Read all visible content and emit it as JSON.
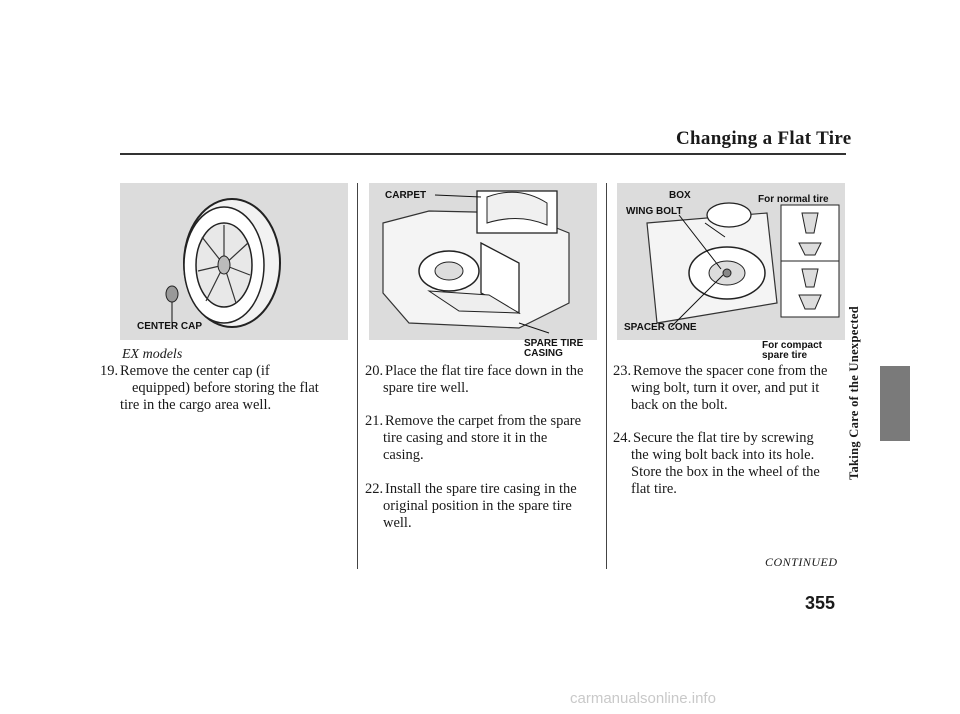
{
  "header": {
    "title": "Changing a Flat Tire"
  },
  "side_tab": {
    "label": "Taking Care of the Unexpected"
  },
  "figures": {
    "left": {
      "center_cap": "CENTER CAP"
    },
    "middle": {
      "carpet": "CARPET",
      "spare_tire_casing_1": "SPARE TIRE",
      "spare_tire_casing_2": "CASING"
    },
    "right": {
      "box": "BOX",
      "wing_bolt": "WING BOLT",
      "for_normal_tire": "For normal tire",
      "spacer_cone": "SPACER CONE",
      "for_compact_1": "For compact",
      "for_compact_2": "spare tire"
    }
  },
  "col1": {
    "ex_models": "EX models",
    "steps": [
      {
        "num": "19.",
        "lines": [
          "Remove the center cap (if",
          "equipped) before storing the flat",
          "tire in the cargo area well."
        ]
      }
    ]
  },
  "col2": {
    "steps": [
      {
        "num": "20.",
        "lines": [
          "Place the flat tire face down in the",
          "spare tire well."
        ]
      },
      {
        "num": "21.",
        "lines": [
          "Remove the carpet from the spare",
          "tire casing and store it in the",
          "casing."
        ]
      },
      {
        "num": "22.",
        "lines": [
          "Install the spare tire casing in the",
          "original position in the spare tire",
          "well."
        ]
      }
    ]
  },
  "col3": {
    "steps": [
      {
        "num": "23.",
        "lines": [
          "Remove the spacer cone from the",
          "wing bolt, turn it over, and put it",
          "back on the bolt."
        ]
      },
      {
        "num": "24.",
        "lines": [
          "Secure the flat tire by screwing",
          "the wing bolt back into its hole.",
          "Store the box in the wheel of the",
          "flat tire."
        ]
      }
    ]
  },
  "footer": {
    "continued": "CONTINUED",
    "page_number": "355",
    "watermark": "carmanualsonline.info"
  }
}
